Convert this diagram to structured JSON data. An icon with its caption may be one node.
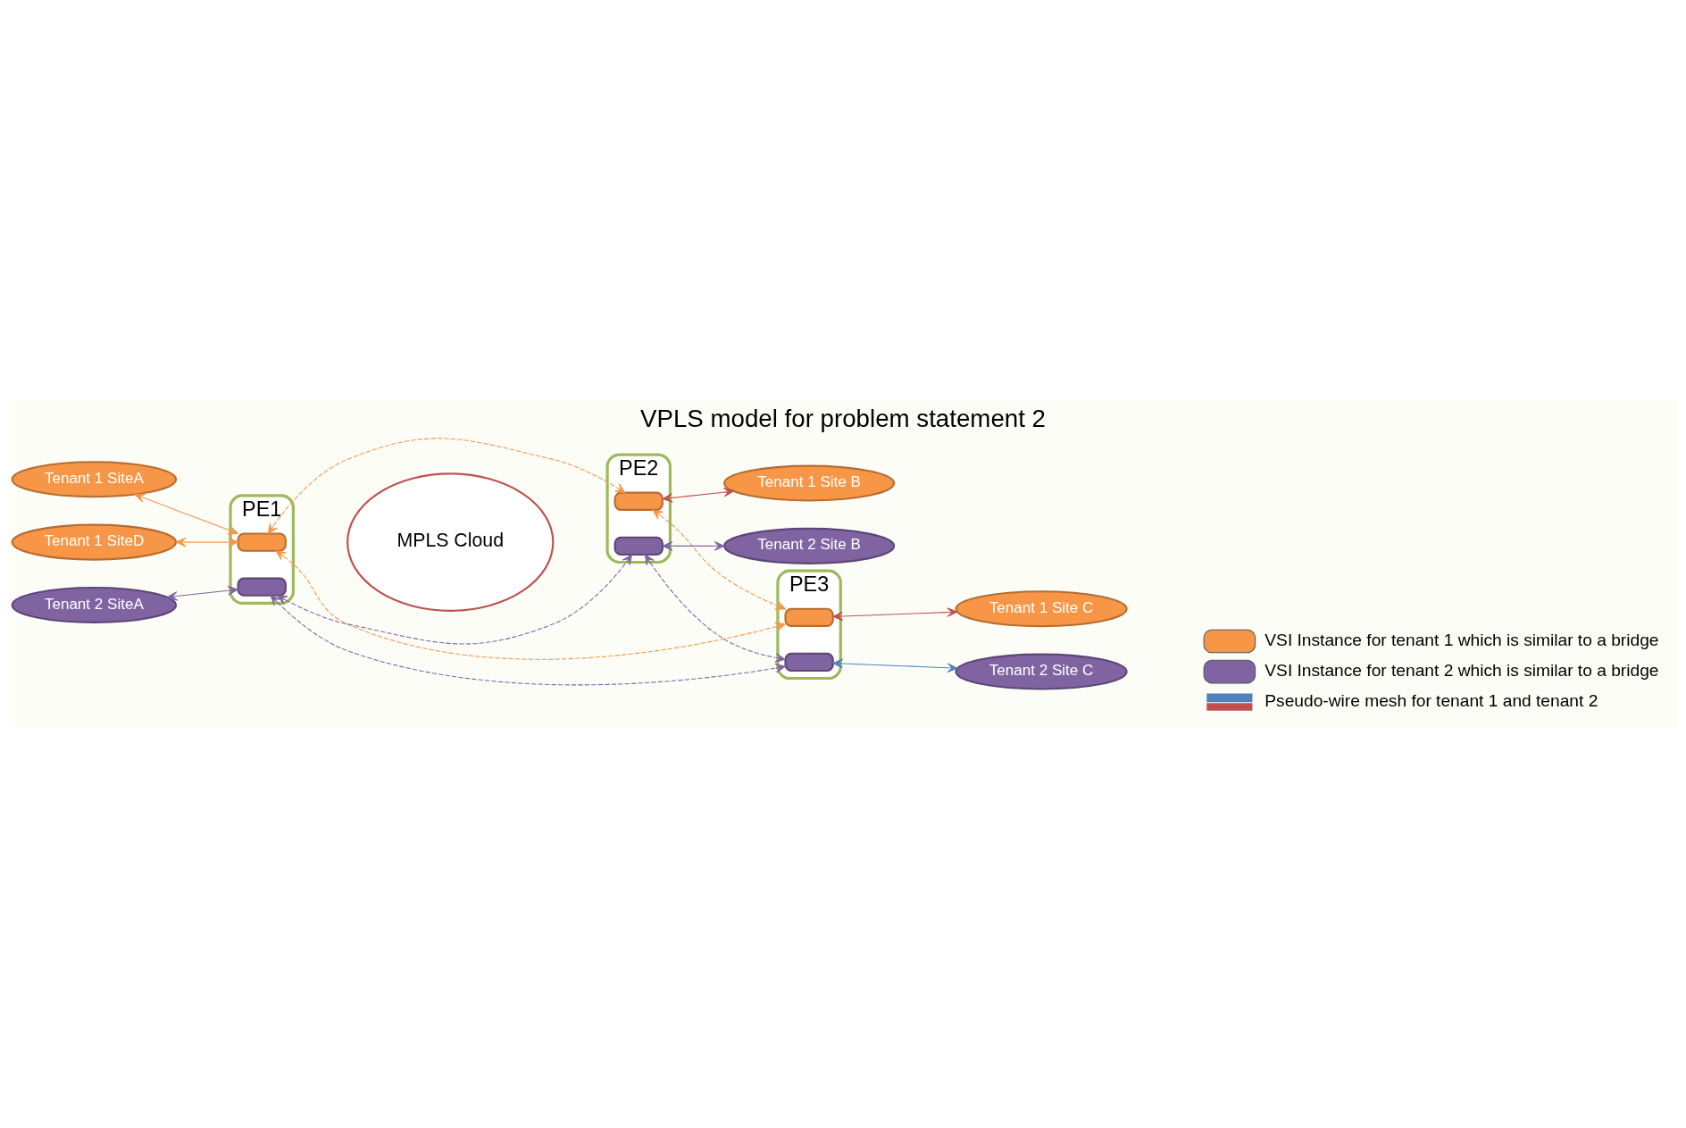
{
  "diagram": {
    "title": "VPLS model for problem statement 2",
    "nodes": [
      {
        "text": [
          "PE1"
        ]
      },
      {
        "text": [],
        "shape": "box",
        "in": 0
      },
      {
        "text": [],
        "shape": "box",
        "in": 0
      },
      {
        "text": [
          "PE2"
        ]
      },
      {
        "text": [],
        "shape": "box",
        "in": 3
      },
      {
        "text": [],
        "shape": "box",
        "in": 3
      },
      {
        "text": [
          "PE3"
        ]
      },
      {
        "text": [],
        "shape": "box",
        "in": 6
      },
      {
        "text": [],
        "shape": "box",
        "in": 6
      },
      {
        "text": [
          "MPLS Cloud"
        ]
      },
      {
        "text": [
          "Tenant 1 SiteA"
        ]
      },
      {
        "text": [
          "Tenant 1 SiteD"
        ]
      },
      {
        "text": [
          "Tenant 2 SiteA"
        ]
      },
      {
        "text": [
          "Tenant 1 Site B"
        ]
      },
      {
        "text": [
          "Tenant 2 Site B"
        ]
      },
      {
        "text": [
          "Tenant 1 Site C"
        ]
      },
      {
        "text": [
          "Tenant 2 Site C"
        ]
      }
    ],
    "edges": [
      {
        "from": 10,
        "to": 1,
        "arrow": "both",
        "color": "#f79646"
      },
      {
        "from": 11,
        "to": 1,
        "arrow": "both",
        "color": "#f79646"
      },
      {
        "from": 12,
        "to": 2,
        "arrow": "both",
        "color": "#8064a2"
      },
      {
        "from": 1,
        "to": 4,
        "arrow": "both",
        "style": "dashed",
        "color": "#f79646"
      },
      {
        "from": 2,
        "to": 5,
        "arrow": "both",
        "style": "dashed",
        "color": "#8064a2"
      },
      {
        "from": 1,
        "to": 7,
        "arrow": "both",
        "style": "dashed",
        "color": "#f79646"
      },
      {
        "from": 2,
        "to": 8,
        "arrow": "both",
        "style": "dashed",
        "color": "#8064a2"
      },
      {
        "from": 4,
        "to": 7,
        "arrow": "both",
        "style": "dashed",
        "color": "#f79646"
      },
      {
        "from": 5,
        "to": 8,
        "arrow": "both",
        "style": "dashed",
        "color": "#8064a2"
      },
      {
        "from": 4,
        "to": 13,
        "arrow": "both",
        "color": "#c0504d"
      },
      {
        "from": 5,
        "to": 14,
        "arrow": "both",
        "color": "#8064a2"
      },
      {
        "from": 7,
        "to": 15,
        "arrow": "both",
        "color": "#c0504d"
      },
      {
        "from": 8,
        "to": 16,
        "arrow": "both",
        "color": "#4f81bd"
      }
    ],
    "legend": [
      {
        "text": "VSI Instance for tenant 1 which is similar to a bridge",
        "color": "#f79646"
      },
      {
        "text": "VSI Instance for tenant 2 which is similar to a bridge",
        "color": "#8064a2"
      },
      {
        "text": "Pseudo-wire mesh for tenant 1 and tenant 2"
      }
    ]
  }
}
